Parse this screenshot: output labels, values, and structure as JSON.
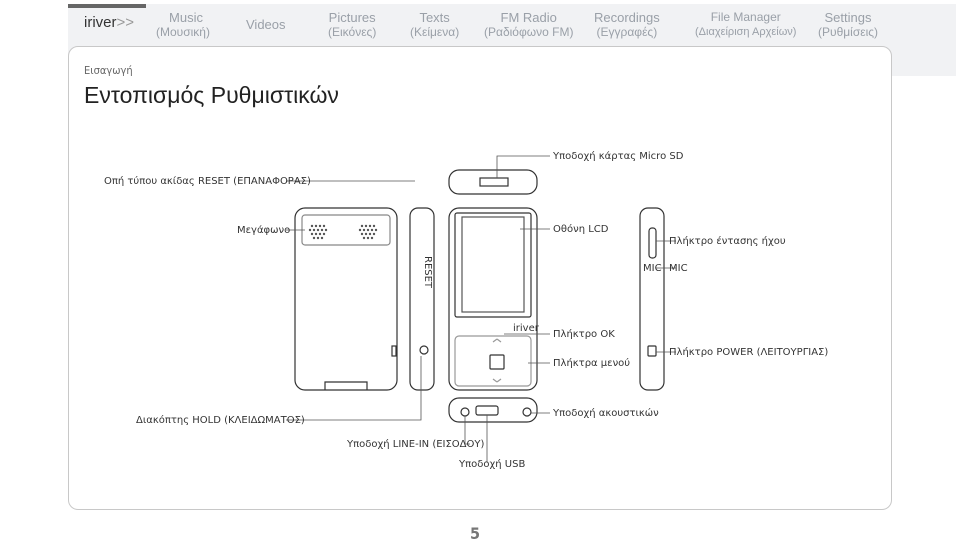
{
  "nav": {
    "brand": "iriver",
    "brand_arrows": ">>",
    "tabs": [
      {
        "label": "Music",
        "sub": "(Μουσική)"
      },
      {
        "label": "Videos",
        "sub": ""
      },
      {
        "label": "Pictures",
        "sub": "(Εικόνες)"
      },
      {
        "label": "Texts",
        "sub": "(Κείμενα)"
      },
      {
        "label": "FM Radio",
        "sub": "(Ραδιόφωνο FM)"
      },
      {
        "label": "Recordings",
        "sub": "(Εγγραφές)"
      },
      {
        "label": "File Manager",
        "sub": "(Διαχείριση Αρχείων)"
      },
      {
        "label": "Settings",
        "sub": "(Ρυθμίσεις)"
      }
    ]
  },
  "page": {
    "breadcrumb": "Εισαγωγή",
    "title": "Εντοπισμός Ρυθμιστικών",
    "page_number": "5"
  },
  "labels": {
    "micro_sd": "Υποδοχή κάρτας Micro SD",
    "reset": "Οπή τύπου ακίδας RESET (ΕΠΑΝΑΦΟΡΑΣ)",
    "speaker": "Μεγάφωνο",
    "lcd": "Οθόνη LCD",
    "volume": "Πλήκτρο έντασης ήχου",
    "mic": "MIC",
    "ok": "Πλήκτρο OK",
    "menu": "Πλήκτρα μενού",
    "power": "Πλήκτρο POWER (ΛΕΙΤΟΥΡΓΙΑΣ)",
    "hold": "Διακόπτης HOLD (ΚΛΕΙΔΩΜΑΤΟΣ)",
    "headphones": "Υποδοχή ακουστικών",
    "line_in": "Υποδοχή LINE-IN (ΕΙΣΟΔΟΥ)",
    "usb": "Υποδοχή USB"
  },
  "device": {
    "reset_text": "RESET",
    "logo": "iriver",
    "mic_text": "MIC"
  }
}
